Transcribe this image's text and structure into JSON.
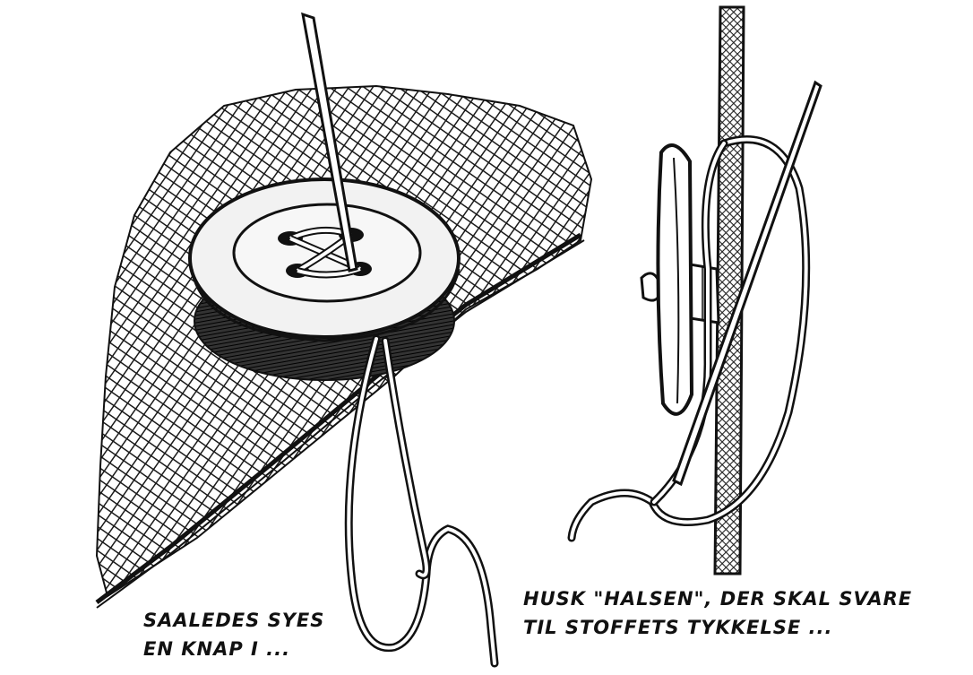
{
  "captions": {
    "left": {
      "line1": "SAALEDES SYES",
      "line2": "EN KNAP I ..."
    },
    "right": {
      "line1": "HUSK \"HALSEN\", DER SKAL SVARE",
      "line2": "TIL STOFFETS TYKKELSE ..."
    }
  },
  "colors": {
    "ink": "#111111",
    "paper": "#ffffff",
    "fabric_mesh": "#222222",
    "button_face": "#f2f2f2"
  }
}
